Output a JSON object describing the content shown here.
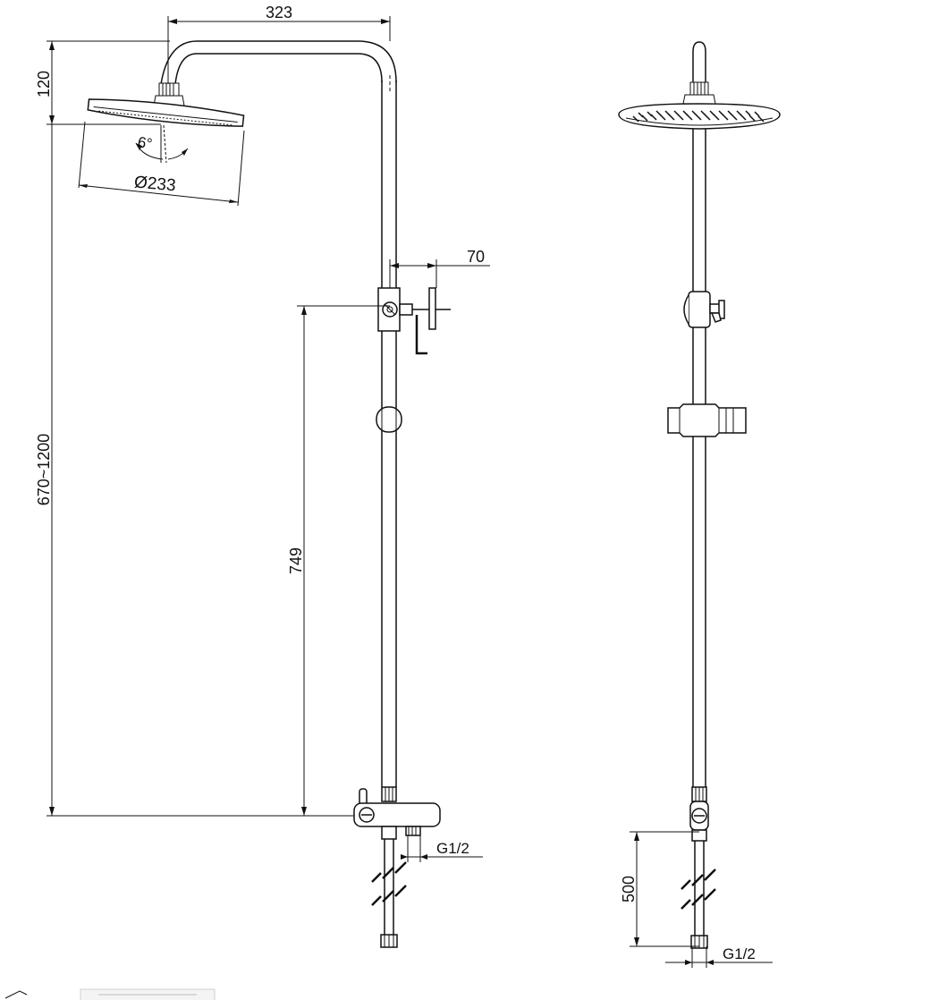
{
  "drawing": {
    "dimensions": {
      "arm_reach": "323",
      "arm_rise": "120",
      "head_angle": "6°",
      "head_diameter": "Ø233",
      "mixer_offset": "70",
      "mixer_height": "749",
      "adjustable_height": "670~1200",
      "inlet_thread_front": "G1/2",
      "inlet_length_side": "500",
      "inlet_thread_side": "G1/2"
    },
    "colors": {
      "line": "#111111",
      "background": "#ffffff"
    }
  }
}
